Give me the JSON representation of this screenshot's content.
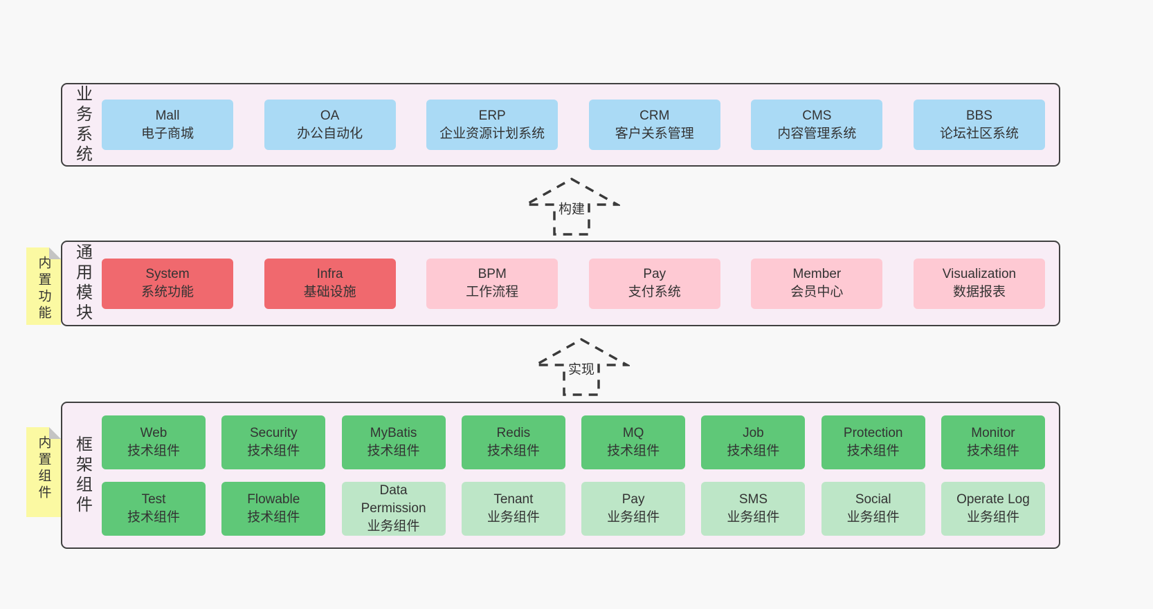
{
  "colors": {
    "page_background": "#f8f8f8",
    "layer_background": "#f8edf6",
    "layer_border": "#404040",
    "box_blue": "#aadaf5",
    "box_red": "#f0696e",
    "box_pink": "#fec9d3",
    "box_green_dark": "#5fc878",
    "box_green_light": "#bde6c7",
    "note_yellow": "#fbf9a2",
    "text": "#333333"
  },
  "business": {
    "label": "业务系统",
    "boxes": [
      {
        "title": "Mall",
        "subtitle": "电子商城"
      },
      {
        "title": "OA",
        "subtitle": "办公自动化"
      },
      {
        "title": "ERP",
        "subtitle": "企业资源计划系统"
      },
      {
        "title": "CRM",
        "subtitle": "客户关系管理"
      },
      {
        "title": "CMS",
        "subtitle": "内容管理系统"
      },
      {
        "title": "BBS",
        "subtitle": "论坛社区系统"
      }
    ]
  },
  "arrow_build": {
    "label": "构建"
  },
  "modules": {
    "label": "通用模块",
    "note": "内置功能",
    "boxes": [
      {
        "title": "System",
        "subtitle": "系统功能"
      },
      {
        "title": "Infra",
        "subtitle": "基础设施"
      },
      {
        "title": "BPM",
        "subtitle": "工作流程"
      },
      {
        "title": "Pay",
        "subtitle": "支付系统"
      },
      {
        "title": "Member",
        "subtitle": "会员中心"
      },
      {
        "title": "Visualization",
        "subtitle": "数据报表"
      }
    ]
  },
  "arrow_implement": {
    "label": "实现"
  },
  "components": {
    "label": "框架组件",
    "note": "内置组件",
    "row1": [
      {
        "title": "Web",
        "subtitle": "技术组件"
      },
      {
        "title": "Security",
        "subtitle": "技术组件"
      },
      {
        "title": "MyBatis",
        "subtitle": "技术组件"
      },
      {
        "title": "Redis",
        "subtitle": "技术组件"
      },
      {
        "title": "MQ",
        "subtitle": "技术组件"
      },
      {
        "title": "Job",
        "subtitle": "技术组件"
      },
      {
        "title": "Protection",
        "subtitle": "技术组件"
      },
      {
        "title": "Monitor",
        "subtitle": "技术组件"
      }
    ],
    "row2": [
      {
        "title": "Test",
        "subtitle": "技术组件"
      },
      {
        "title": "Flowable",
        "subtitle": "技术组件"
      },
      {
        "title": "Data Permission",
        "subtitle": "业务组件"
      },
      {
        "title": "Tenant",
        "subtitle": "业务组件"
      },
      {
        "title": "Pay",
        "subtitle": "业务组件"
      },
      {
        "title": "SMS",
        "subtitle": "业务组件"
      },
      {
        "title": "Social",
        "subtitle": "业务组件"
      },
      {
        "title": "Operate Log",
        "subtitle": "业务组件"
      }
    ]
  }
}
